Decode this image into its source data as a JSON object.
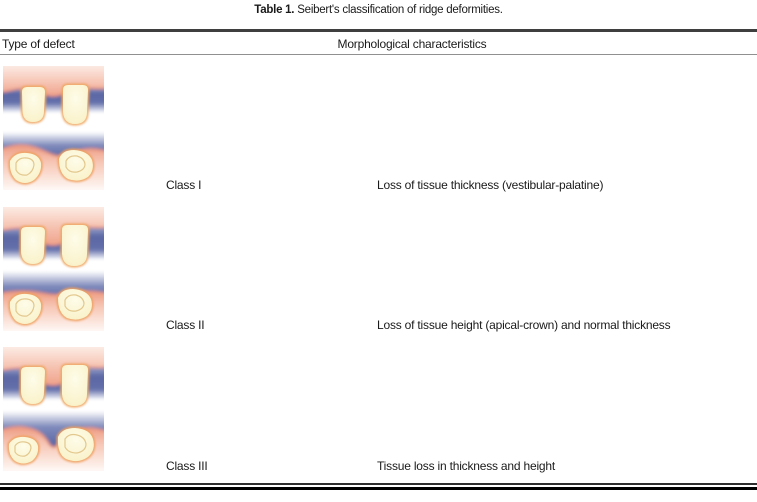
{
  "title": {
    "bold": "Table 1.",
    "text": "Seibert's classification of ridge deformities."
  },
  "table": {
    "col_headers": [
      "Type of defect",
      "Morphological characteristics"
    ],
    "rows": [
      {
        "type_label": "Class I",
        "characteristics": "Loss of tissue thickness (vestibular-palatine)",
        "illustration": "seibert-class-i-ridge-defect-illustration"
      },
      {
        "type_label": "Class II",
        "characteristics": "Loss of tissue height (apical-crown) and normal thickness",
        "illustration": "seibert-class-ii-ridge-defect-illustration"
      },
      {
        "type_label": "Class III",
        "characteristics": "Tissue loss in thickness and height",
        "illustration": "seibert-class-iii-ridge-defect-illustration"
      }
    ]
  },
  "palette": {
    "gum_pink": "#f6c3b2",
    "gum_salmon": "#ee9d85",
    "defect_blue": "#56639f",
    "tooth_cream": "#fbf7dc",
    "tooth_outline_orange": "#efa763",
    "rule_dark": "#3f3f3f",
    "text": "#1a1a1a",
    "background": "#ffffff"
  }
}
